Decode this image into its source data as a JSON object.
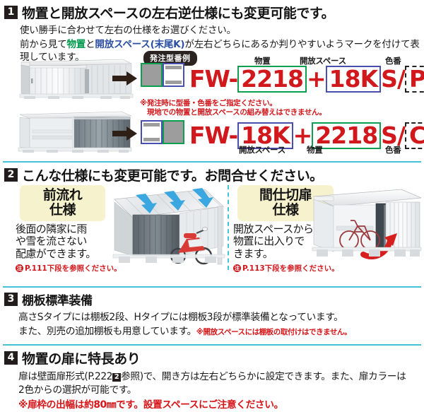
{
  "sections": [
    {
      "number": "1",
      "title": "物置と開放スペースの左右逆仕様にも変更可能です。",
      "lead1": "使い勝手に合わせて左右の仕様をお選びください。",
      "lead2_a": "前から見て",
      "lead2_b": "物置",
      "lead2_c": "と",
      "lead2_d": "開放スペース(末尾K)",
      "lead2_e": "が左右どちらにあるか判りやすいようマークを付けて表現しています。",
      "order_badge": "発注型番例",
      "note1": "※発注時に型番・色番をご指定ください。",
      "note2": "現地での物置と開放スペースの組み替えはできません。",
      "rows": [
        {
          "caption_soko": "物置",
          "caption_open": "開放スペース",
          "caption_color": "色番",
          "prefix": "FW-",
          "part1": "2218",
          "plus": "+",
          "part2": "18K",
          "mid": "S/",
          "color_code": "PS"
        },
        {
          "caption_open": "開放スペース",
          "caption_soko": "物置",
          "caption_color": "色番",
          "prefix": "FW-",
          "part1": "18K",
          "plus": "+",
          "part2": "2218",
          "mid": "S/",
          "color_code": "CG"
        }
      ]
    },
    {
      "number": "2",
      "title": "こんな仕様にも変更可能です。お問合せください。",
      "panels": [
        {
          "label_l1": "前流れ",
          "label_l2": "仕様",
          "text_l1": "後面の隣家に雨",
          "text_l2": "や雪を流さない",
          "text_l3": "配慮ができます。",
          "ref": "P.111下段を参照ください。",
          "ref_mark": "注"
        },
        {
          "label_l1": "間仕切扉",
          "label_l2": "仕様",
          "text_l1": "開放スペースから",
          "text_l2": "物置に出入りで",
          "text_l3": "きます。",
          "ref": "P.113下段を参照ください。",
          "ref_mark": "注"
        }
      ]
    },
    {
      "number": "3",
      "title": "棚板標準装備",
      "line1": "高さSタイプには棚板2段、Hタイプには棚板3段が標準装備となっています。",
      "line2a": "また、別売の追加棚板も用意しています。",
      "line2b": "※開放スペースには棚板の取付けはできません。"
    },
    {
      "number": "4",
      "title": "物置の扉に特長あり",
      "line1a": "扉は壁面扉形式(P.222",
      "line1_badge": "2",
      "line1b": "参照)で、開き方は左右どちらかに設定できます。また、扉カラーは",
      "line2": "2色からの選択が可能です。",
      "note": "※扉枠の出幅は約80㎜です。設置スペースにご注意ください。"
    }
  ],
  "colors": {
    "accent_divider": "#45c3d6",
    "green": "#009a4e",
    "blue": "#2b4fa2",
    "red": "#d1181c",
    "badge_dark": "#221c1a",
    "label_yellow": "#f7f2ce"
  }
}
